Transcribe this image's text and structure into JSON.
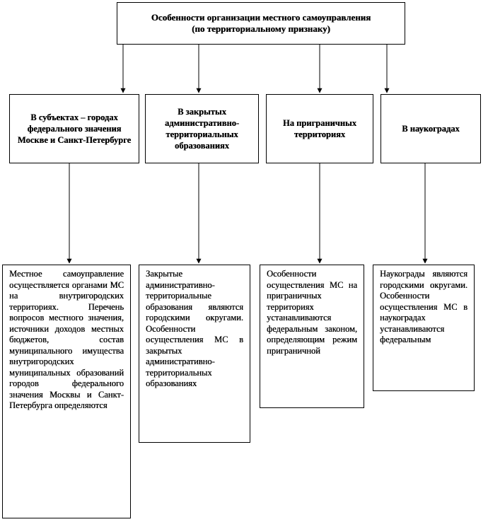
{
  "root": {
    "line1": "Особенности организации местного самоуправления",
    "line2": "(по территориальному признаку)"
  },
  "categories": [
    {
      "label": "В субъектах – городах федерального значения Москве и Санкт-Петербурге"
    },
    {
      "label": "В закрытых административно-территориальных образованиях"
    },
    {
      "label": "На приграничных территориях"
    },
    {
      "label": "В наукоградах"
    }
  ],
  "descriptions": [
    {
      "text": "Местное самоуправление осуществляется органами МС на внутригородских территориях. Перечень вопросов местного значения, источники доходов местных бюджетов, состав муниципального имущества внутригородских муниципальных образований городов федерального значения Москвы и Санкт-Петербурга определяются"
    },
    {
      "text": "Закрытые административно-территориальные образования являются городскими округами. Особенности осуществления МС в закрытых административно-территориальных образованиях"
    },
    {
      "text": "Особенности осуществления МС на приграничных территориях устанавливаются федеральным законом, определяющим режим приграничной"
    },
    {
      "text": "Наукограды являются городскими округами. Особенности осуществления МС в наукоградах устанавливаются федеральным"
    }
  ]
}
